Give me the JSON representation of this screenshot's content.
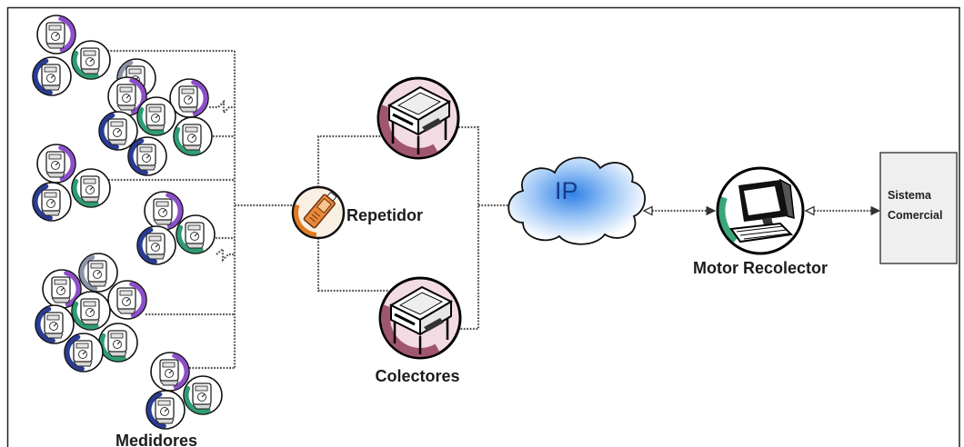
{
  "diagram": {
    "meters": {
      "label": "Medidores",
      "icon": "electric-meter-icon"
    },
    "repeater": {
      "label": "Repetidor",
      "icon": "repeater-device-icon"
    },
    "collectors": {
      "label": "Colectores",
      "icon": "data-collector-icon"
    },
    "network": {
      "label": "IP",
      "icon": "cloud-icon"
    },
    "collection_engine": {
      "label": "Motor Recolector",
      "icon": "computer-icon"
    },
    "commercial_system": {
      "lines": [
        "Sistema",
        "Comercial"
      ]
    },
    "colors": {
      "meter_purple": "#8c4fc9",
      "meter_navy": "#2a3b94",
      "meter_green": "#2f9c72",
      "meter_gray": "#8d93a8",
      "repeater_orange": "#e07b24",
      "collector_maroon": "#a15670",
      "ip_blue": "#2f80e6",
      "ip_text": "#163c8c",
      "computer_green": "#3aa67a",
      "connector": "#555555",
      "box_fill": "#efefef"
    }
  }
}
